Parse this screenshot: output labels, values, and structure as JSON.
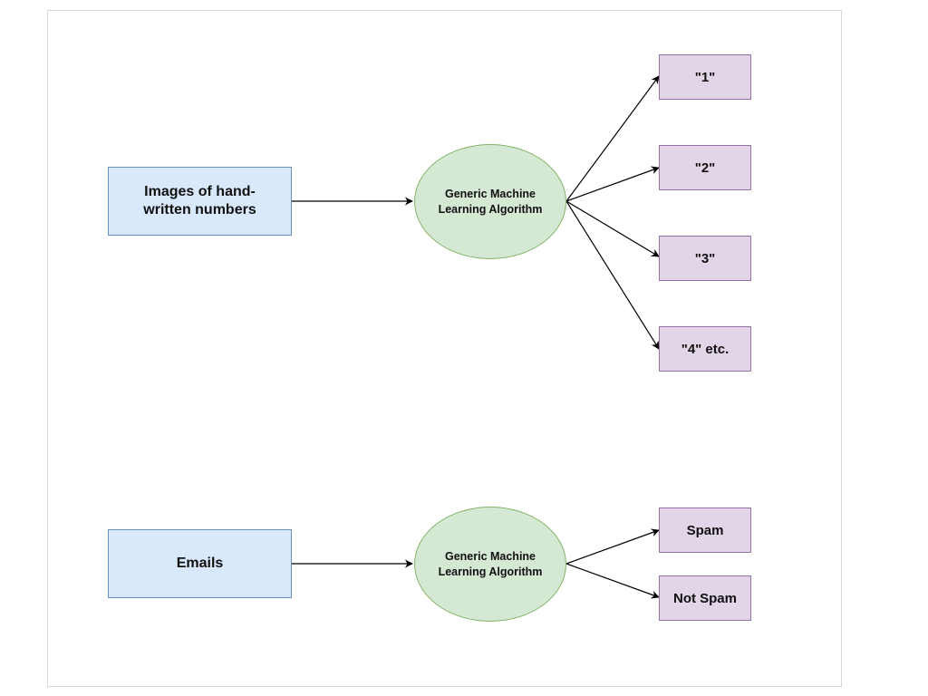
{
  "diagram": {
    "top": {
      "input_label": "Images of hand-written numbers",
      "algorithm_label": "Generic Machine Learning Algorithm",
      "outputs": [
        "\"1\"",
        "\"2\"",
        "\"3\"",
        "\"4\" etc."
      ]
    },
    "bottom": {
      "input_label": "Emails",
      "algorithm_label": "Generic Machine Learning Algorithm",
      "outputs": [
        "Spam",
        "Not Spam"
      ]
    },
    "colors": {
      "input_fill": "#dae8fc",
      "input_border": "#6c8ebf",
      "algorithm_fill": "#d5e8d4",
      "algorithm_border": "#82b366",
      "output_fill": "#e1d5e7",
      "output_border": "#9673a6",
      "edge": "#000000"
    }
  }
}
